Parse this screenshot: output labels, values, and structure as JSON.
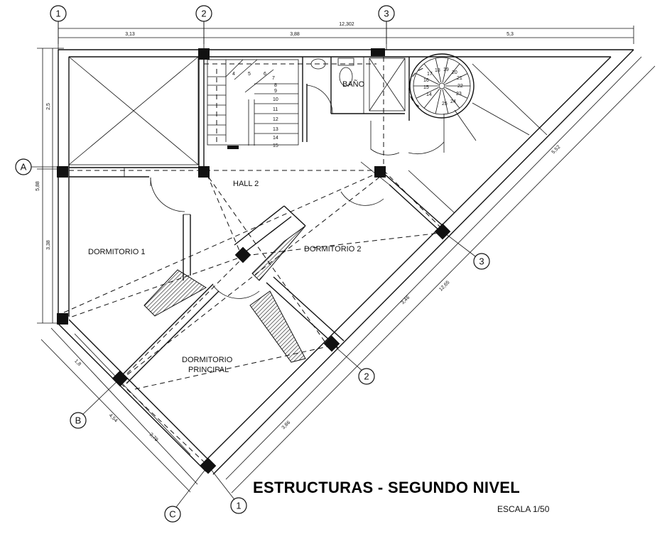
{
  "title": "ESTRUCTURAS - SEGUNDO NIVEL",
  "scale": "ESCALA 1/50",
  "rooms": {
    "hall": "HALL 2",
    "bano": "BAÑO",
    "dorm1": "DORMITORIO 1",
    "dorm2": "DORMITORIO 2",
    "principal_1": "DORMITORIO",
    "principal_2": "PRINCIPAL"
  },
  "axes": {
    "col1": "1",
    "col2": "2",
    "col3": "3",
    "rowA": "A",
    "rowB": "B",
    "rowC": "C",
    "diag1": "1",
    "diag2": "2",
    "diag3": "3"
  },
  "dimensions": {
    "total_top": "12,302",
    "top_1": "3,13",
    "top_2": "3,88",
    "top_3": "5,3",
    "left_1": "2,5",
    "left_total": "5,88",
    "left_2": "3,38",
    "diag_a": "5,52",
    "diag_b": "3,46",
    "diag_c": "12,65",
    "diag_d": "3,86",
    "bottom_a": "1,8",
    "bottom_b": "4,54",
    "bottom_c": "2,79"
  },
  "stair_steps": [
    "4",
    "5",
    "6",
    "7",
    "8",
    "9",
    "10",
    "11",
    "12",
    "13",
    "14",
    "15"
  ],
  "spiral_steps": [
    "18",
    "19",
    "17",
    "20",
    "16",
    "21",
    "22",
    "23",
    "24",
    "15",
    "25",
    "14"
  ]
}
